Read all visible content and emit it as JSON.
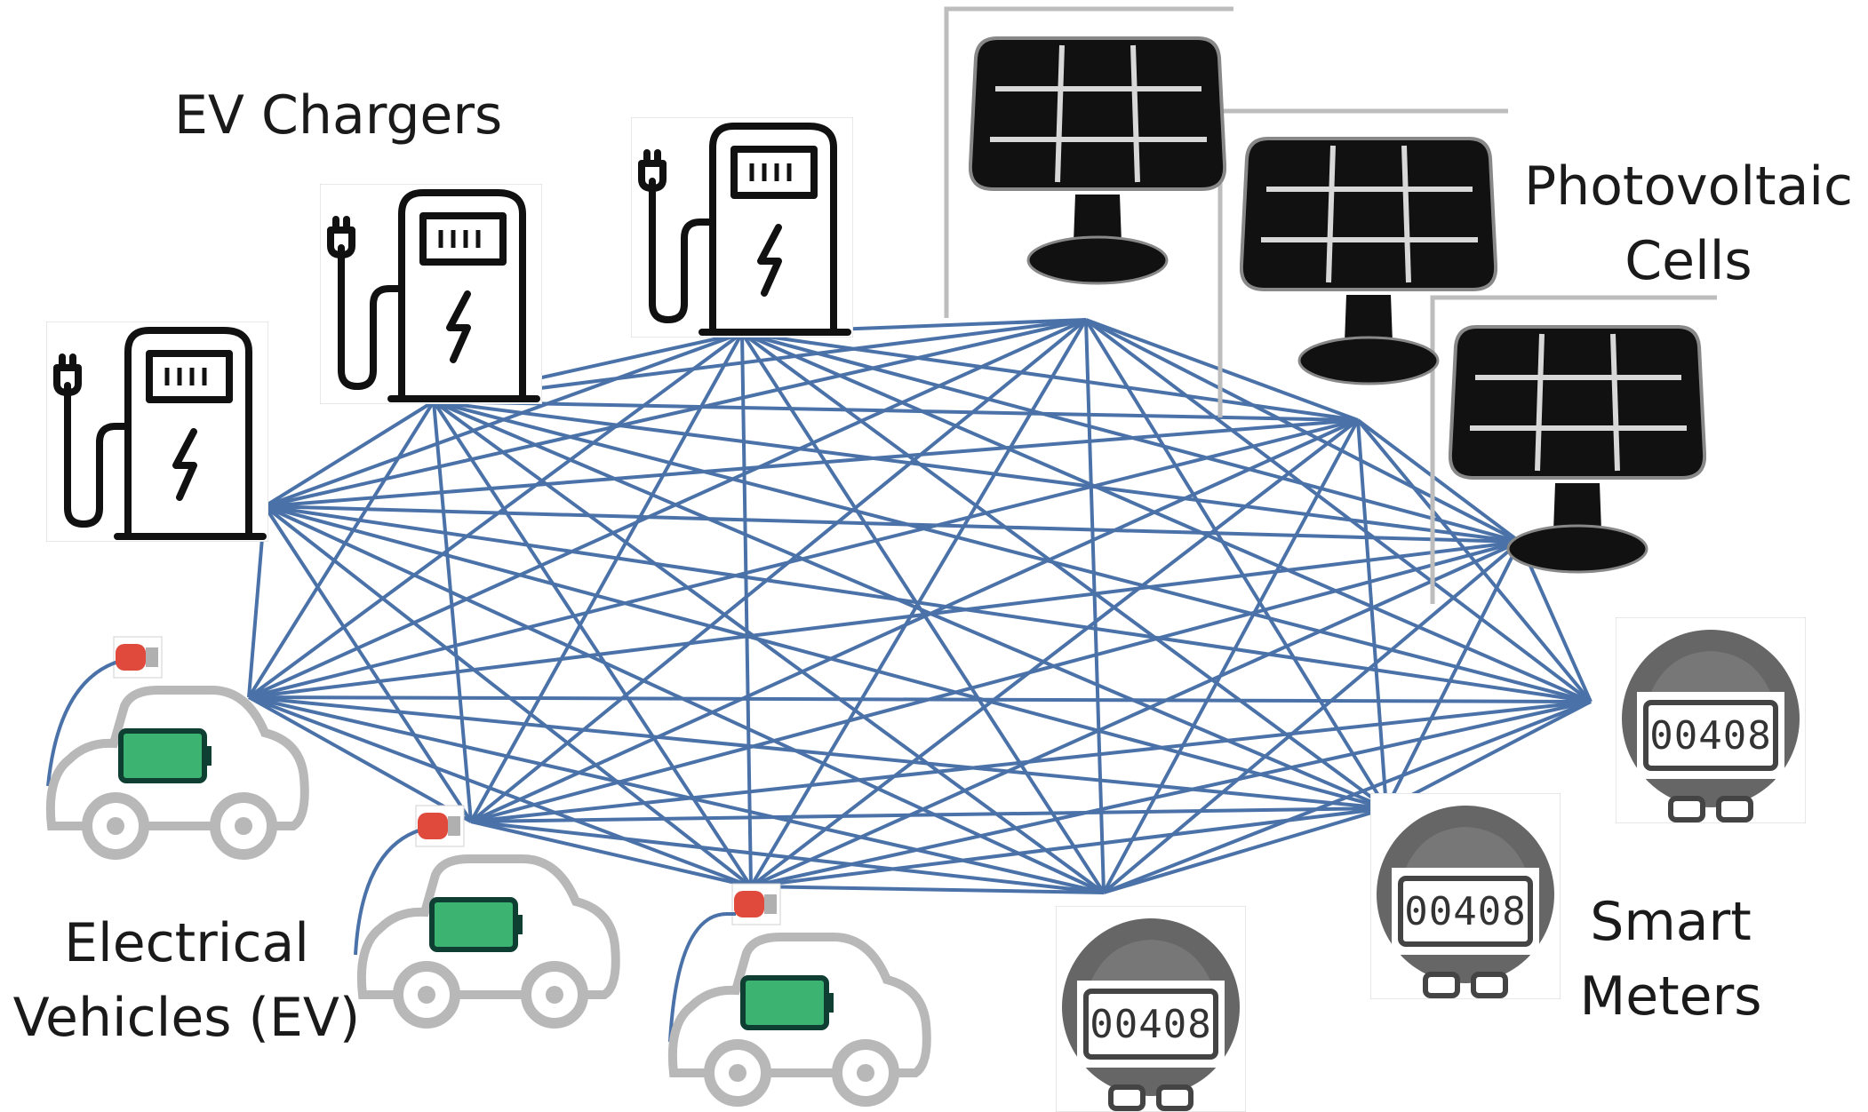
{
  "labels": {
    "ev_chargers": "EV Chargers",
    "photovoltaic_line1": "Photovoltaic",
    "photovoltaic_line2": "Cells",
    "ev_line1": "Electrical",
    "ev_line2": "Vehicles (EV)",
    "smart_meters_line1": "Smart",
    "smart_meters_line2": "Meters"
  },
  "meter_reading": "00408",
  "colors": {
    "edge": "#4a72a8",
    "icon_dark": "#111111",
    "meter_grey": "#666666",
    "battery_green": "#3cb371",
    "plug_red": "#e04a3c",
    "car_outline": "#b8b8b8",
    "divider_grey": "#bdbdbd"
  },
  "graph": {
    "type": "complete-graph",
    "node_groups": [
      "ev-charger",
      "photovoltaic-cell",
      "electrical-vehicle",
      "smart-meter"
    ],
    "node_count": 12
  }
}
